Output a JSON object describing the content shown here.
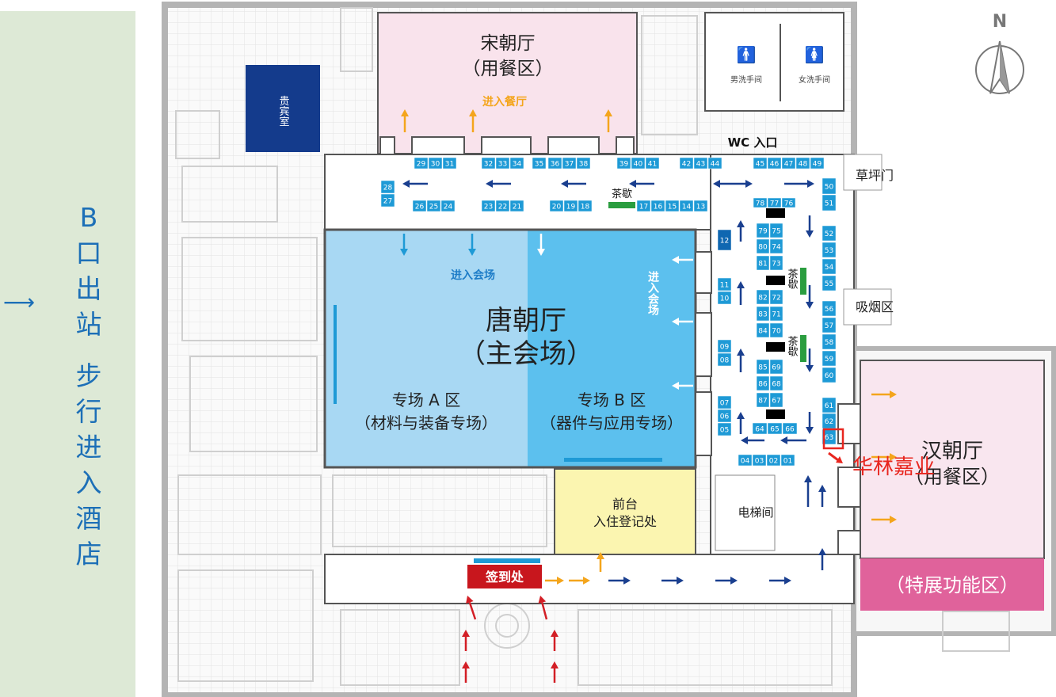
{
  "side": {
    "lines": [
      "B",
      "口",
      "出",
      "站",
      "",
      "步",
      "行",
      "进",
      "入",
      "酒",
      "店"
    ],
    "color": "#1c6fb7",
    "panel_color": "#dde9d6"
  },
  "compass": {
    "label": "N"
  },
  "rooms": {
    "vip": "贵宾室",
    "song_title": "宋朝厅",
    "song_sub": "（用餐区）",
    "song_enter": "进入餐厅",
    "toilet_m": "男洗手间",
    "toilet_f": "女洗手间",
    "wc": "WC 入口",
    "lawn": "草坪门",
    "smoking": "吸烟区",
    "tea1": "茶歇",
    "tea2": "茶歇",
    "tea3": "茶歇",
    "tang_enter_left": "进入会场",
    "tang_enter_right": "进入会场",
    "tang_title": "唐朝厅",
    "tang_sub": "（主会场）",
    "zone_a": "专场 A 区",
    "zone_a_sub": "（材料与装备专场）",
    "zone_b": "专场 B 区",
    "zone_b_sub": "（器件与应用专场）",
    "reception": "前台",
    "reception_sub": "入住登记处",
    "elevator": "电梯间",
    "signin": "签到处",
    "han_title": "汉朝厅",
    "han_sub": "（用餐区）",
    "special": "（特展功能区）",
    "highlight": "华林嘉业",
    "highlight_booth": "63"
  },
  "booths": [
    "29",
    "30",
    "31",
    "32",
    "33",
    "34",
    "35",
    "36",
    "37",
    "38",
    "39",
    "40",
    "41",
    "42",
    "43",
    "44",
    "45",
    "46",
    "47",
    "48",
    "49",
    "50",
    "51",
    "28",
    "27",
    "26",
    "25",
    "24",
    "23",
    "22",
    "21",
    "20",
    "19",
    "18",
    "17",
    "16",
    "15",
    "14",
    "13",
    "12",
    "11",
    "10",
    "09",
    "08",
    "07",
    "06",
    "05",
    "04",
    "03",
    "02",
    "01",
    "78",
    "77",
    "76",
    "79",
    "75",
    "80",
    "74",
    "81",
    "73",
    "82",
    "72",
    "83",
    "71",
    "84",
    "70",
    "85",
    "69",
    "86",
    "68",
    "87",
    "67",
    "64",
    "65",
    "66",
    "52",
    "53",
    "54",
    "55",
    "56",
    "57",
    "58",
    "59",
    "60",
    "61",
    "62",
    "63"
  ],
  "colors": {
    "booth": "#1e9ad6",
    "booth_dark": "#0f67b1",
    "tang_a": "#a8d8f3",
    "tang_b": "#5cc0ee",
    "song": "#f9e3ec",
    "han": "#f9e6ef",
    "special": "#e0629b",
    "vip": "#143b8c",
    "reception": "#fbf5b0",
    "signin": "#c8161d",
    "arrow_blue": "#1a3f8f",
    "arrow_orange": "#f4a51c",
    "arrow_red": "#d31f26",
    "highlight": "#e8261f",
    "tea": "#2a9d3f",
    "plan_line": "#555555",
    "wall": "#b4b4b4"
  }
}
